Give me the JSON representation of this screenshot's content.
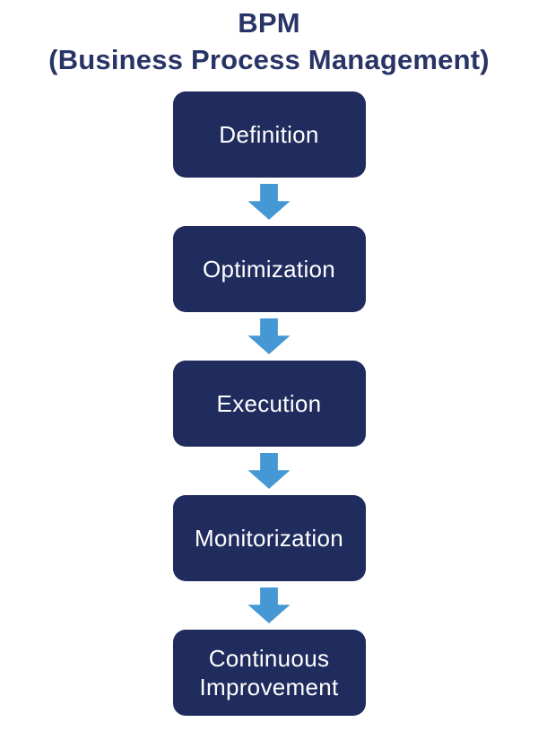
{
  "title": {
    "line1": "BPM",
    "line2": "(Business Process Management)"
  },
  "diagram": {
    "type": "vertical-flowchart",
    "connector": "block-down-arrow"
  },
  "steps": [
    {
      "label": "Definition"
    },
    {
      "label": "Optimization"
    },
    {
      "label": "Execution"
    },
    {
      "label": "Monitorization"
    },
    {
      "label": "Continuous Improvement"
    }
  ],
  "colors": {
    "box": "#202c5e",
    "arrow": "#4598d3",
    "title_text": "#293466",
    "box_text": "#ffffff"
  }
}
